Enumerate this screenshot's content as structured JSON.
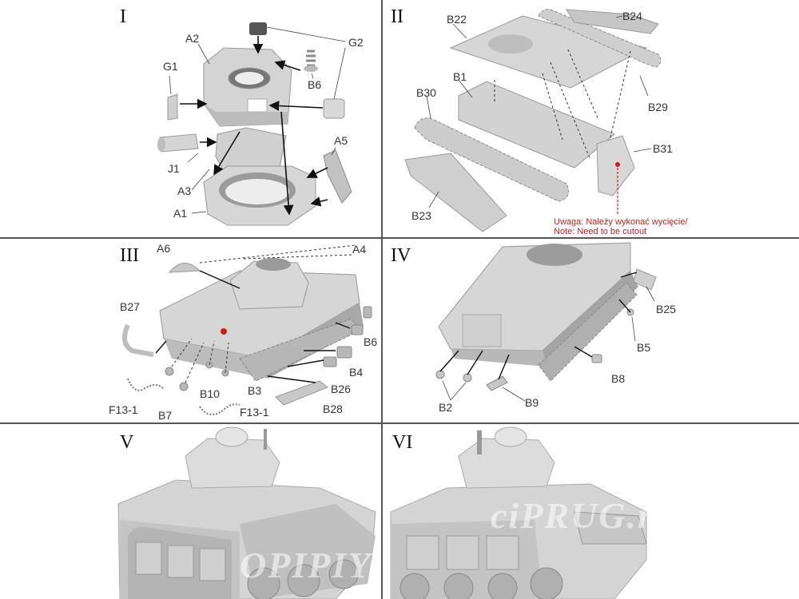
{
  "steps": {
    "s1": "I",
    "s2": "II",
    "s3": "III",
    "s4": "IV",
    "s5": "V",
    "s6": "VI"
  },
  "panel1_labels": {
    "a2": "A2",
    "g2": "G2",
    "g1": "G1",
    "b6": "B6",
    "j1": "J1",
    "a3": "A3",
    "a5": "A5",
    "a1": "A1"
  },
  "panel2_labels": {
    "b22": "B22",
    "b24": "B24",
    "b1": "B1",
    "b30": "B30",
    "b29": "B29",
    "b31": "B31",
    "b23": "B23"
  },
  "panel2_note": {
    "line1": "Uwaga: Należy wykonać wycięcie/",
    "line2": "Note: Need to be cutout"
  },
  "panel3_labels": {
    "a6": "A6",
    "a4": "A4",
    "b27": "B27",
    "b6": "B6",
    "b4": "B4",
    "b26": "B26",
    "b10": "B10",
    "b3": "B3",
    "f13a": "F13-1",
    "f13b": "F13-1",
    "b7": "B7",
    "b28": "B28"
  },
  "panel4_labels": {
    "b25": "B25",
    "b5": "B5",
    "b8": "B8",
    "b2": "B2",
    "b9": "B9"
  },
  "colors": {
    "grid": "#555555",
    "part": "#d4d4d4",
    "part_dark": "#a9a9a9",
    "part_light": "#ececec",
    "note": "#d11a1a"
  },
  "watermark": {
    "left": "OPIPIYGR",
    "right": "ciPRUG.ru"
  }
}
